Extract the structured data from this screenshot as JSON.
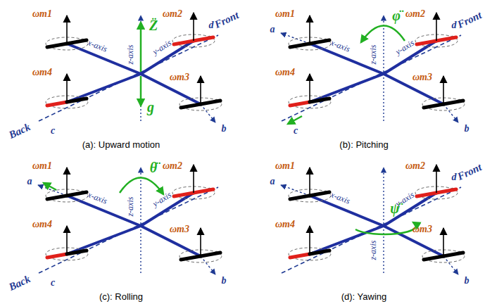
{
  "diagram": {
    "labels": [
      "ωm1",
      "ωm2",
      "ωm4",
      "ωm3",
      "d",
      "c",
      "b",
      "x-axis",
      "y-axis",
      "z-axis",
      "Z̈",
      "g",
      "Front",
      "Back",
      "(a): Upward motion",
      "a",
      "ωm1",
      "ωm2",
      "ωm4",
      "ωm3",
      "d",
      "c",
      "b",
      "x-axis",
      "y-axis",
      "z-axis",
      "φ̈",
      "Front",
      "(b): Pitching",
      "a",
      "ωm1",
      "ωm2",
      "ωm4",
      "ωm3",
      "c",
      "b",
      "x-axis",
      "y-axis",
      "z-axis",
      "θ̈",
      "Back",
      "(c): Rolling",
      "a",
      "ωm1",
      "ωm2",
      "ωm4",
      "ωm3",
      "d",
      "b",
      "x-axis",
      "y-axis",
      "z-axis",
      "ψ̈",
      "Front",
      "(d): Yawing"
    ]
  }
}
